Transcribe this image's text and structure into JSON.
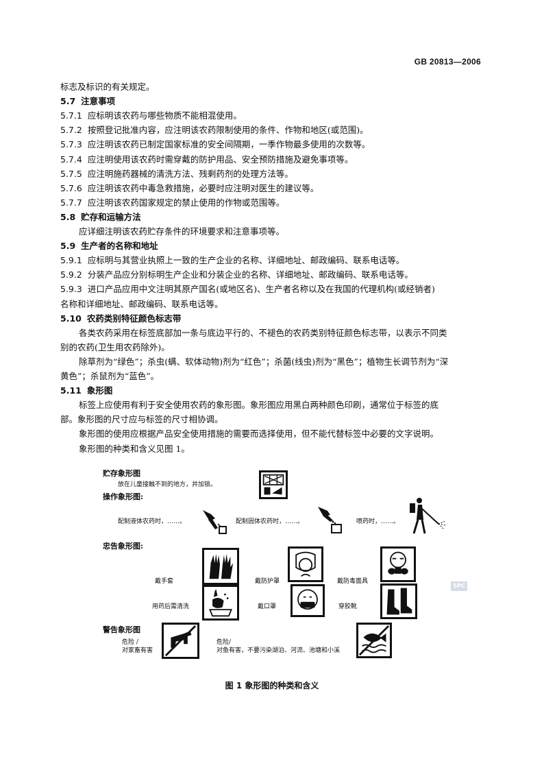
{
  "header": {
    "std_code": "GB 20813—2006"
  },
  "body": [
    {
      "type": "para",
      "text": "标志及标识的有关规定。"
    },
    {
      "type": "heading",
      "num": "5.7",
      "text": "注意事项"
    },
    {
      "type": "item",
      "num": "5.7.1",
      "text": "应标明该农药与哪些物质不能相混使用。"
    },
    {
      "type": "item",
      "num": "5.7.2",
      "text": "按照登记批准内容，应注明该农药限制使用的条件、作物和地区(或范围)。"
    },
    {
      "type": "item",
      "num": "5.7.3",
      "text": "应注明该农药已制定国家标准的安全间隔期，一季作物最多使用的次数等。"
    },
    {
      "type": "item",
      "num": "5.7.4",
      "text": "应注明使用该农药时需穿戴的防护用品、安全预防措施及避免事项等。"
    },
    {
      "type": "item",
      "num": "5.7.5",
      "text": "应注明施药器械的清洗方法、残剩药剂的处理方法等。"
    },
    {
      "type": "item",
      "num": "5.7.6",
      "text": "应注明该农药中毒急救措施，必要时应注明对医生的建议等。"
    },
    {
      "type": "item",
      "num": "5.7.7",
      "text": "应注明该农药国家规定的禁止使用的作物或范围等。"
    },
    {
      "type": "heading",
      "num": "5.8",
      "text": "贮存和运输方法"
    },
    {
      "type": "indent",
      "text": "应详细注明该农药贮存条件的环境要求和注意事项等。"
    },
    {
      "type": "heading",
      "num": "5.9",
      "text": "生产者的名称和地址"
    },
    {
      "type": "item",
      "num": "5.9.1",
      "text": "应标明与其营业执照上一致的生产企业的名称、详细地址、邮政编码、联系电话等。"
    },
    {
      "type": "item",
      "num": "5.9.2",
      "text": "分装产品应分别标明生产企业和分装企业的名称、详细地址、邮政编码、联系电话等。"
    },
    {
      "type": "item",
      "num": "5.9.3",
      "text": "进口产品应用中文注明其原产国名(或地区名)、生产者名称以及在我国的代理机构(或经销者)"
    },
    {
      "type": "para",
      "text": "名称和详细地址、邮政编码、联系电话等。"
    },
    {
      "type": "heading",
      "num": "5.10",
      "text": "农药类别特征颜色标志带"
    },
    {
      "type": "indent",
      "text": "各类农药采用在标签底部加一条与底边平行的、不褪色的农药类别特征颜色标志带，以表示不同类"
    },
    {
      "type": "para",
      "text": "别的农药(卫生用农药除外)。"
    },
    {
      "type": "indent",
      "text": "除草剂为“绿色”；杀虫(螨、软体动物)剂为“红色”；杀菌(线虫)剂为“黑色”；植物生长调节剂为“深"
    },
    {
      "type": "para",
      "text": "黄色”；杀鼠剂为“蓝色”。"
    },
    {
      "type": "heading",
      "num": "5.11",
      "text": "象形图"
    },
    {
      "type": "indent",
      "text": "标签上应使用有利于安全使用农药的象形图。象形图应用黑白两种颜色印刷，通常位于标签的底"
    },
    {
      "type": "para",
      "text": "部。象形图的尺寸应与标签的尺寸相协调。"
    },
    {
      "type": "indent",
      "text": "象形图的使用应根据产品安全使用措施的需要而选择使用，但不能代替标签中必要的文字说明。"
    },
    {
      "type": "indent",
      "text": "象形图的种类和含义见图 1。"
    }
  ],
  "figure": {
    "storage_title": "贮存象形图",
    "storage_text": "放在儿童接触不到的地方，并加锁。",
    "operation_title": "操作象形图:",
    "op_liquid": "配制液体农药时，……。",
    "op_solid": "配制固体农药时，……。",
    "op_spray": "喷药时，……。",
    "advice_title": "忠告象形图:",
    "gloves": "戴手套",
    "face_shield": "戴防护罩",
    "gas_mask": "戴防毒面具",
    "wash": "用药后需清洗",
    "mouth_mask": "戴口罩",
    "boots": "穿胶靴",
    "warning_title": "警告象形图",
    "warn_livestock_1": "危险 /",
    "warn_livestock_2": "对家畜有害",
    "warn_fish_1": "危险/",
    "warn_fish_2": "对鱼有害，不要污染湖泊、河流、池塘和小溪",
    "watermark": "SPC"
  },
  "caption": "图 1    象形图的种类和含义"
}
